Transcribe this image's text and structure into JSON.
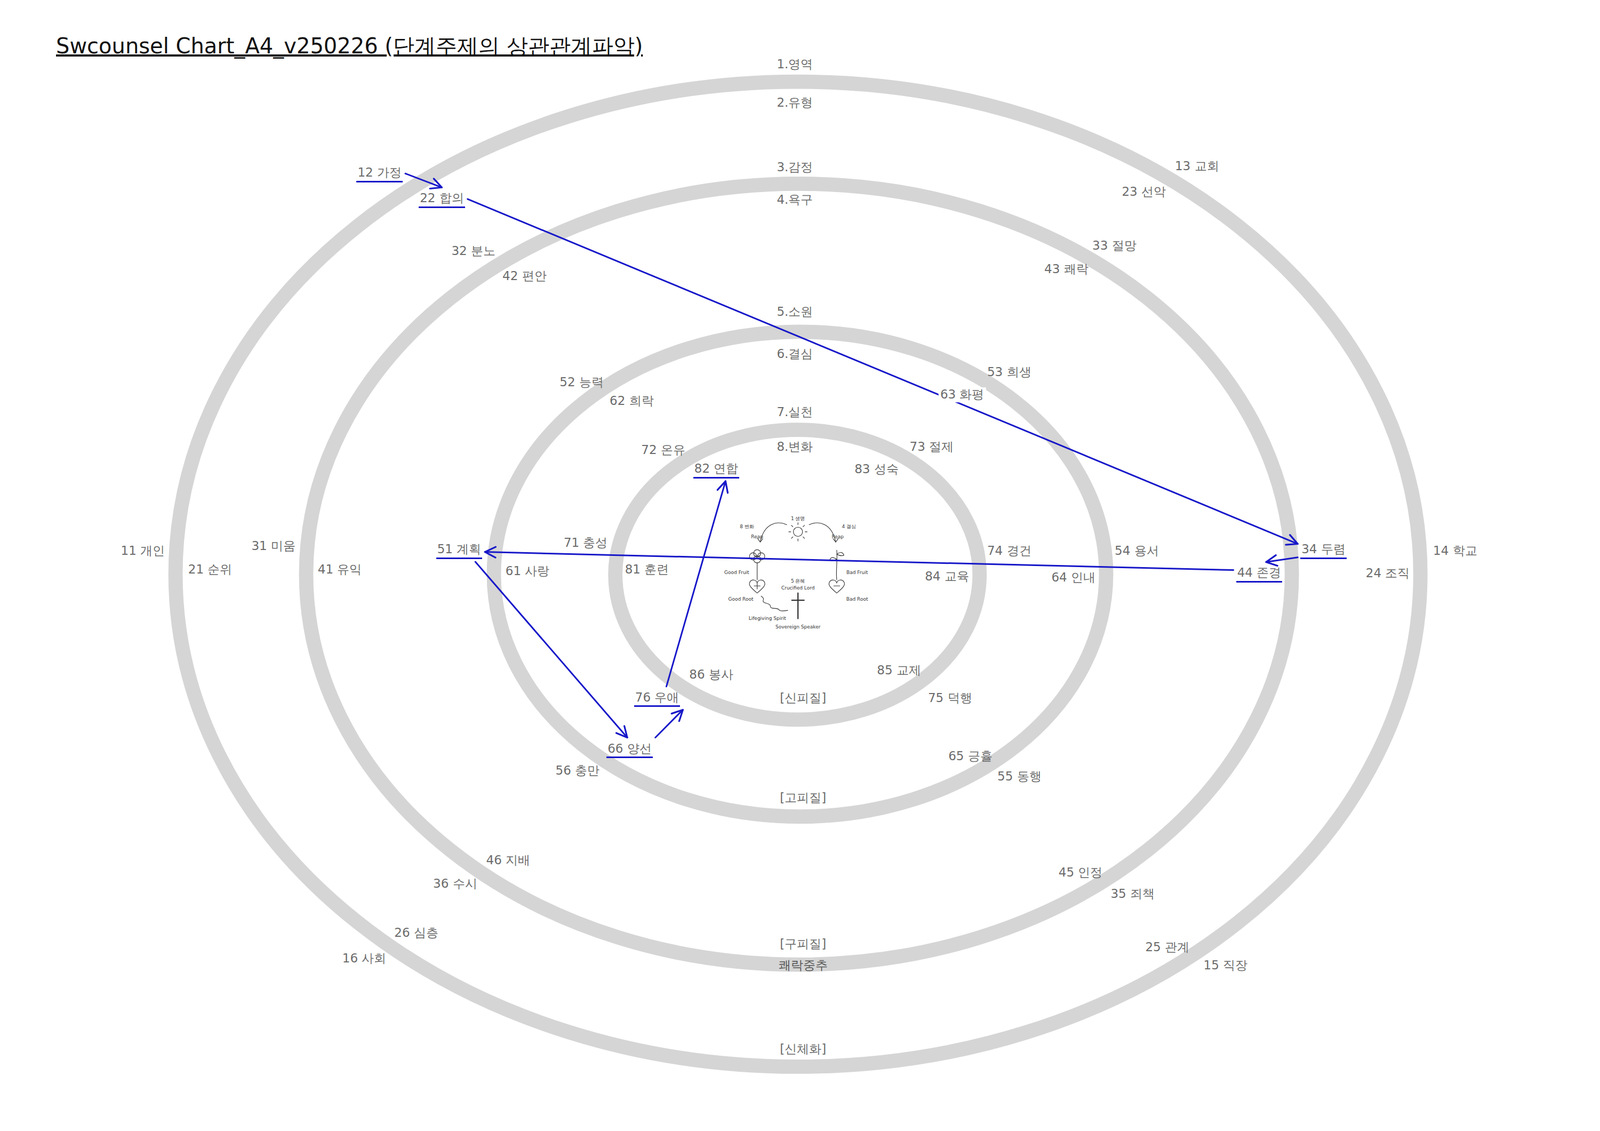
{
  "diagram": {
    "title": "Swcounsel Chart_A4_v250226 (단계주제의 상관관계파악)",
    "nodes": [
      {
        "text": [
          "12 가정"
        ]
      },
      {
        "text": [
          "22 합의"
        ]
      },
      {
        "text": [
          "82 연합"
        ]
      },
      {
        "text": [
          "51 계획"
        ]
      },
      {
        "text": [
          "34 두렴"
        ]
      },
      {
        "text": [
          "44 존경"
        ]
      },
      {
        "text": [
          "76 우애"
        ]
      },
      {
        "text": [
          "66 양선"
        ]
      }
    ],
    "edges": [
      {
        "from": 0,
        "to": 1,
        "arrow": "to"
      },
      {
        "from": 1,
        "to": 4,
        "arrow": "to"
      },
      {
        "from": 4,
        "to": 5,
        "arrow": "to"
      },
      {
        "from": 5,
        "to": 3,
        "arrow": "to"
      },
      {
        "from": 3,
        "to": 7,
        "arrow": "to"
      },
      {
        "from": 7,
        "to": 6,
        "arrow": "to"
      },
      {
        "from": 6,
        "to": 2,
        "arrow": "to"
      }
    ],
    "labels": [
      "1.영역",
      "2.유형",
      "13 교회",
      "3.감정",
      "23 선악",
      "4.욕구",
      "32 분노",
      "33 절망",
      "42 편안",
      "43 쾌락",
      "5.소원",
      "6.결심",
      "53 희생",
      "52 능력",
      "63 화평",
      "62 희락",
      "7.실천",
      "8.변화",
      "72 온유",
      "73 절제",
      "83 성숙",
      "11 개인",
      "31 미움",
      "71 충성",
      "74 경건",
      "54 용서",
      "14 학교",
      "21 순위",
      "41 유익",
      "61 사랑",
      "81 훈련",
      "84 교육",
      "64 인내",
      "24 조직",
      "85 교제",
      "86 봉사",
      "[신피질]",
      "75 덕행",
      "65 긍휼",
      "56 충만",
      "55 동행",
      "[고피질]",
      "46 지배",
      "45 인정",
      "36 수시",
      "35 죄책",
      "26 심층",
      "[구피질]",
      "25 관계",
      "16 사회",
      "쾌락중추",
      "15 직장",
      "[신체화]",
      "1 생명",
      "8 변화",
      "Reap",
      "4 결심",
      "Reap",
      "Good Fruit",
      "Bad Fruit",
      "5 은혜",
      "Crucified Lord",
      "Good Root",
      "Bad Root",
      "Lifegiving Spirit",
      "Sovereign Speaker"
    ]
  }
}
